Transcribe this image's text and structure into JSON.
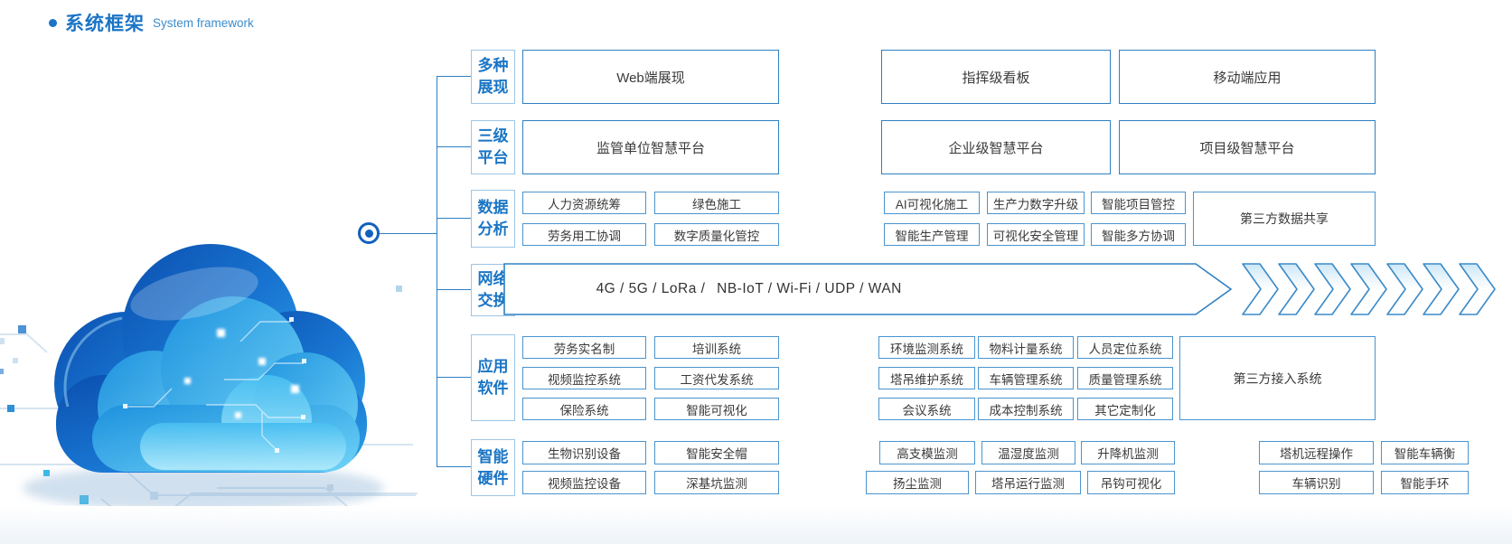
{
  "title": {
    "zh": "系统框架",
    "en": "System framework"
  },
  "colors": {
    "accent_blue": "#1b74c6",
    "line_blue": "#2e80c3",
    "box_border": "#4a94cf",
    "cloud_dark": "#0b4fb0",
    "cloud_light": "#73d6f8"
  },
  "rows": {
    "r1": {
      "category": "多种\n展现",
      "items": [
        "Web端展现",
        "指挥级看板",
        "移动端应用"
      ]
    },
    "r2": {
      "category": "三级\n平台",
      "items": [
        "监管单位智慧平台",
        "企业级智慧平台",
        "项目级智慧平台"
      ]
    },
    "r3": {
      "category": "数据\n分析",
      "line_a": [
        "人力资源统筹",
        "绿色施工",
        "AI可视化施工",
        "生产力数字升级",
        "智能项目管控"
      ],
      "line_b": [
        "劳务用工协调",
        "数字质量化管控",
        "智能生产管理",
        "可视化安全管理",
        "智能多方协调"
      ],
      "side": "第三方数据共享"
    },
    "r4": {
      "category": "网络\n交换",
      "text_left": "4G / 5G / LoRa /",
      "text_right": "NB-IoT / Wi-Fi / UDP / WAN"
    },
    "r5": {
      "category": "应用\n软件",
      "line_a": [
        "劳务实名制",
        "培训系统",
        "环境监测系统",
        "物料计量系统",
        "人员定位系统"
      ],
      "line_b": [
        "视频监控系统",
        "工资代发系统",
        "塔吊维护系统",
        "车辆管理系统",
        "质量管理系统"
      ],
      "line_c": [
        "保险系统",
        "智能可视化",
        "会议系统",
        "成本控制系统",
        "其它定制化"
      ],
      "side": "第三方接入系统"
    },
    "r6": {
      "category": "智能\n硬件",
      "line_a": [
        "生物识别设备",
        "智能安全帽",
        "高支模监测",
        "温湿度监测",
        "升降机监测",
        "塔机远程操作",
        "智能车辆衡"
      ],
      "line_b": [
        "视频监控设备",
        "深基坑监测",
        "扬尘监测",
        "塔吊运行监测",
        "吊钩可视化",
        "车辆识别",
        "智能手环"
      ]
    }
  }
}
